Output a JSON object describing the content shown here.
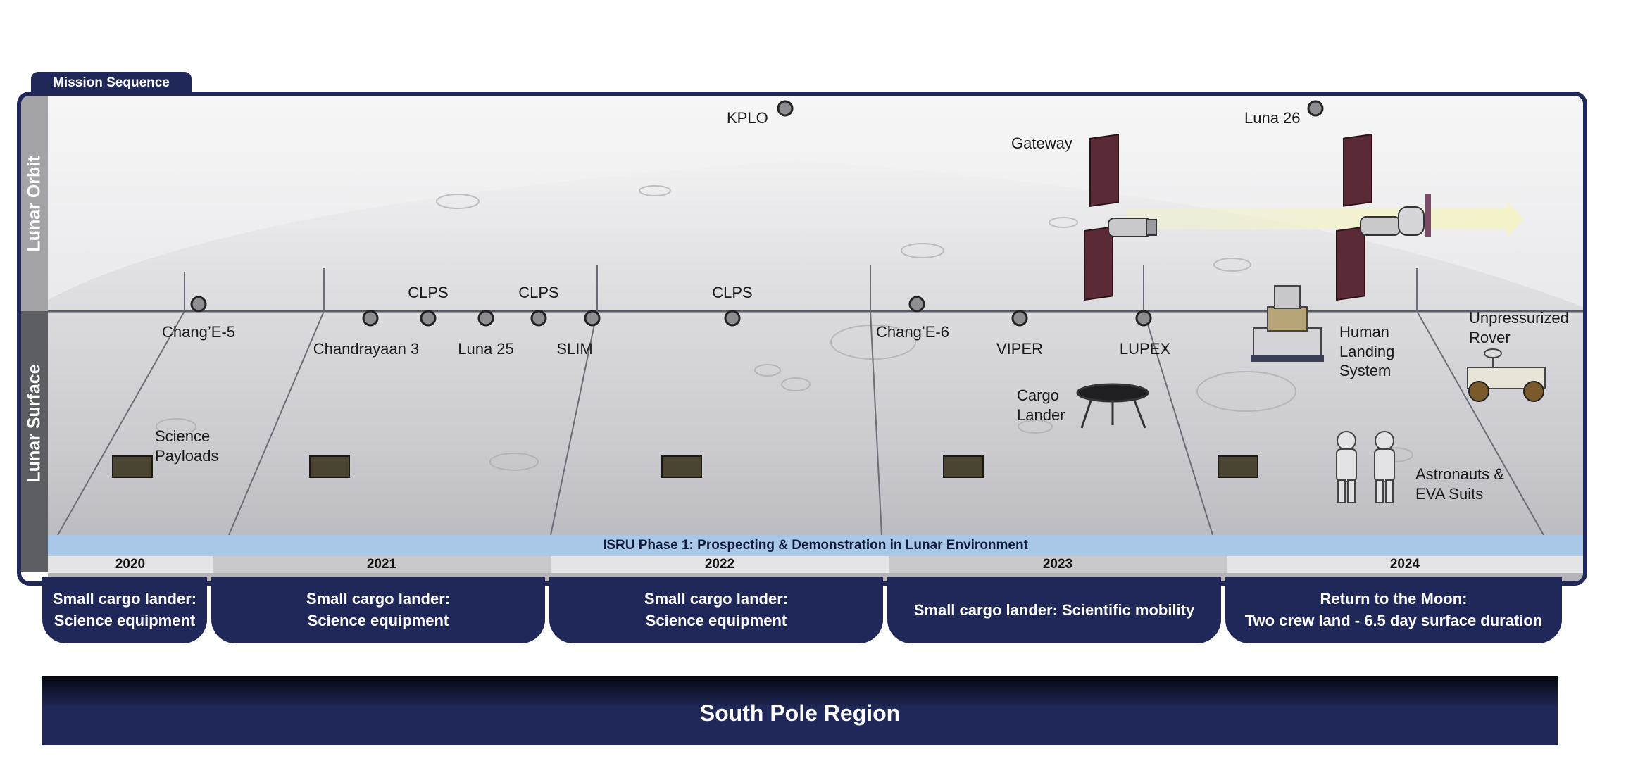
{
  "tab_label": "Mission Sequence",
  "sidebar": {
    "orbit": "Lunar Orbit",
    "surface": "Lunar Surface"
  },
  "orbit_missions": {
    "kplo": "KPLO",
    "luna26": "Luna 26",
    "gateway": "Gateway"
  },
  "surface_missions": {
    "change5": "Chang’E-5",
    "chandrayaan3": "Chandrayaan 3",
    "luna25": "Luna 25",
    "slim": "SLIM",
    "change6": "Chang’E-6",
    "viper": "VIPER",
    "lupex": "LUPEX",
    "clps1": "CLPS",
    "clps2": "CLPS",
    "clps3": "CLPS"
  },
  "elements": {
    "science_payloads": "Science\nPayloads",
    "cargo_lander": "Cargo\nLander",
    "human_landing_system": "Human\nLanding\nSystem",
    "unpressurized_rover": "Unpressurized\nRover",
    "astronauts": "Astronauts &\nEVA Suits"
  },
  "isru_band": "ISRU Phase 1: Prospecting & Demonstration in Lunar Environment",
  "years": [
    "2020",
    "2021",
    "2022",
    "2023",
    "2024"
  ],
  "descriptions": [
    "Small cargo lander:\nScience equipment",
    "Small cargo lander:\nScience equipment",
    "Small cargo lander:\nScience equipment",
    "Small cargo lander: Scientific mobility",
    "Return to the Moon:\nTwo crew land - 6.5 day surface duration"
  ],
  "region": "South Pole Region",
  "colors": {
    "navy": "#1f2858",
    "isru_blue": "#a9c7e6",
    "orbit_sidebar": "#a4a4a8",
    "surface_sidebar": "#5c5e64",
    "arrow": "#f4f2c8"
  }
}
